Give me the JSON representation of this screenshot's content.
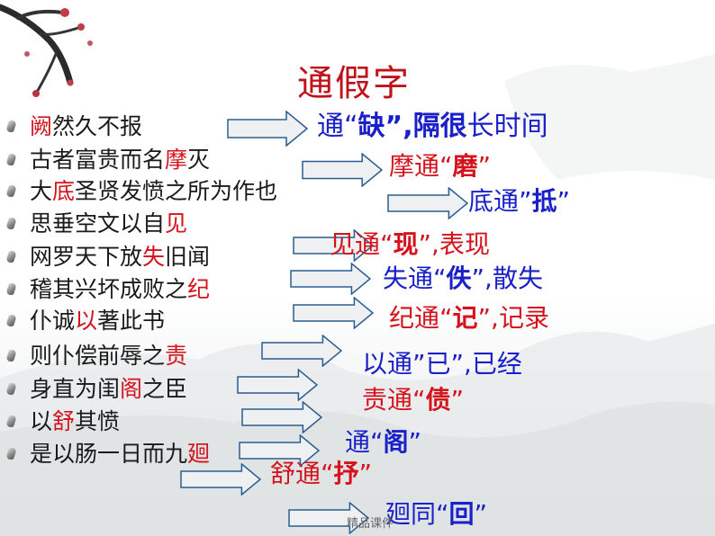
{
  "title": "通假字",
  "items": [
    {
      "pre": "",
      "hl": "阙",
      "post": "然久不报"
    },
    {
      "pre": "古者富贵而名",
      "hl": "摩",
      "post": "灭"
    },
    {
      "pre": "大",
      "hl": "底",
      "post": "圣贤发愤之所为作也"
    },
    {
      "pre": "思垂空文以自",
      "hl": "见",
      "post": ""
    },
    {
      "pre": "网罗天下放",
      "hl": "失",
      "post": "旧闻"
    },
    {
      "pre": "稽其兴坏成败之",
      "hl": "纪",
      "post": ""
    },
    {
      "pre": "仆诚",
      "hl": "以",
      "post": "著此书"
    },
    {
      "pre": "则仆偿前辱之",
      "hl": "责",
      "post": ""
    },
    {
      "pre": "身直为闺",
      "hl": "阁",
      "post": "之臣"
    },
    {
      "pre": "以",
      "hl": "舒",
      "post": "其愤"
    },
    {
      "pre": "是以肠一日而九",
      "hl": "廻",
      "post": ""
    }
  ],
  "notes": [
    {
      "a": "通“",
      "b": "缺",
      "c": "”,隔很",
      "d": "长时间"
    },
    {
      "a": "摩通“",
      "b": "磨",
      "c": "”",
      "d": ""
    },
    {
      "a": "底通”",
      "b": "抵",
      "c": "”",
      "d": ""
    },
    {
      "a": "见通“",
      "b": "现",
      "c": "”,表现",
      "d": ""
    },
    {
      "a": "失通“",
      "b": "佚",
      "c": "”,散失",
      "d": ""
    },
    {
      "a": "纪通“",
      "b": "记",
      "c": "”,记录",
      "d": ""
    },
    {
      "a": "以通”已”,已经",
      "b": "",
      "c": "",
      "d": ""
    },
    {
      "a": "责通“",
      "b": "债",
      "c": "”",
      "d": ""
    },
    {
      "a": "通“",
      "b": "阁",
      "c": "”",
      "d": ""
    },
    {
      "a": "舒通“",
      "b": "抒",
      "c": "”",
      "d": ""
    },
    {
      "a": "廻同“",
      "b": "回",
      "c": "”",
      "d": ""
    }
  ],
  "footer": "精品课件"
}
